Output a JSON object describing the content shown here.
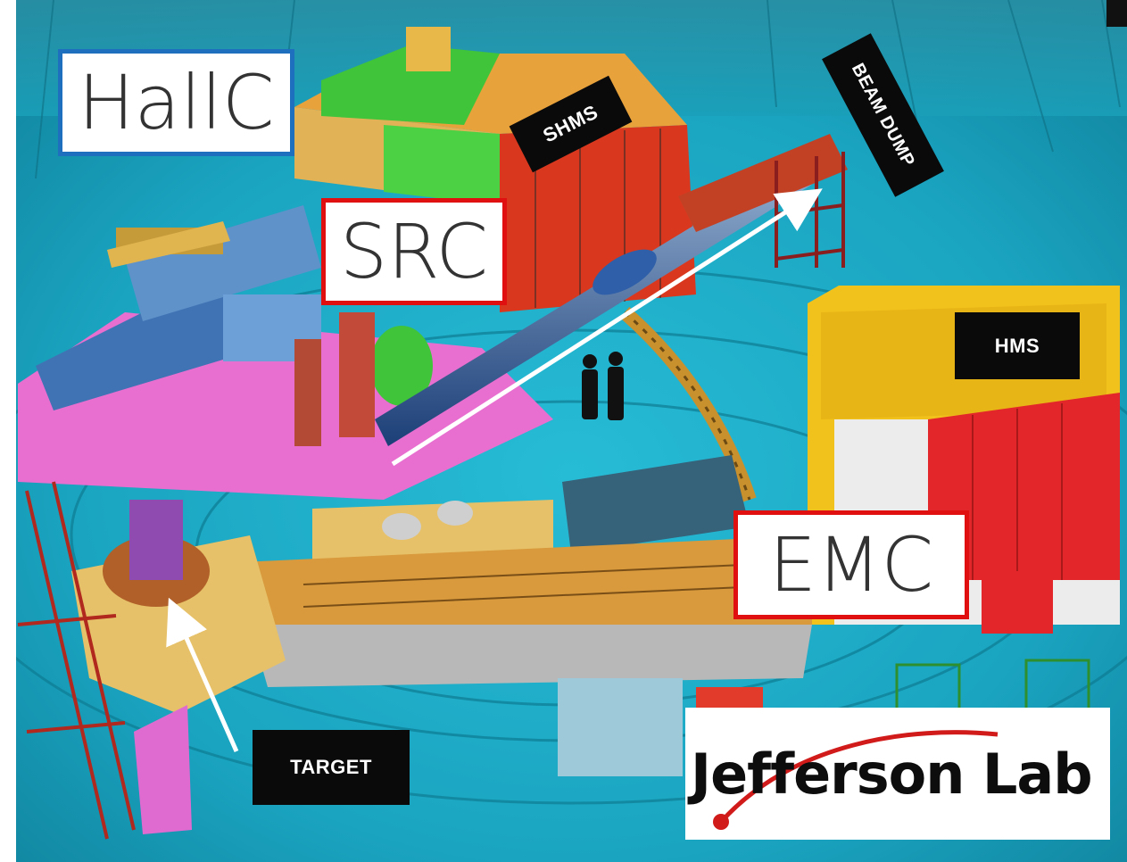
{
  "labels": {
    "hallc": "HallC",
    "src": "SRC",
    "emc": "EMC"
  },
  "tags": {
    "shms": "SHMS",
    "beam_dump": "BEAM DUMP",
    "hms": "HMS",
    "target": "TARGET"
  },
  "logo": {
    "text": "Jefferson Lab"
  },
  "colors": {
    "floor": "#1aa9c4",
    "hallc_border": "#1f6fbf",
    "src_border": "#e01010",
    "emc_border": "#e01010",
    "shms_orange": "#e8a23c",
    "shms_green": "#3fc43a",
    "shms_red": "#d9381e",
    "hms_yellow": "#f2c21c",
    "hms_red": "#e3262a",
    "magenta": "#e86fd0",
    "logo_red": "#d11a1a"
  }
}
